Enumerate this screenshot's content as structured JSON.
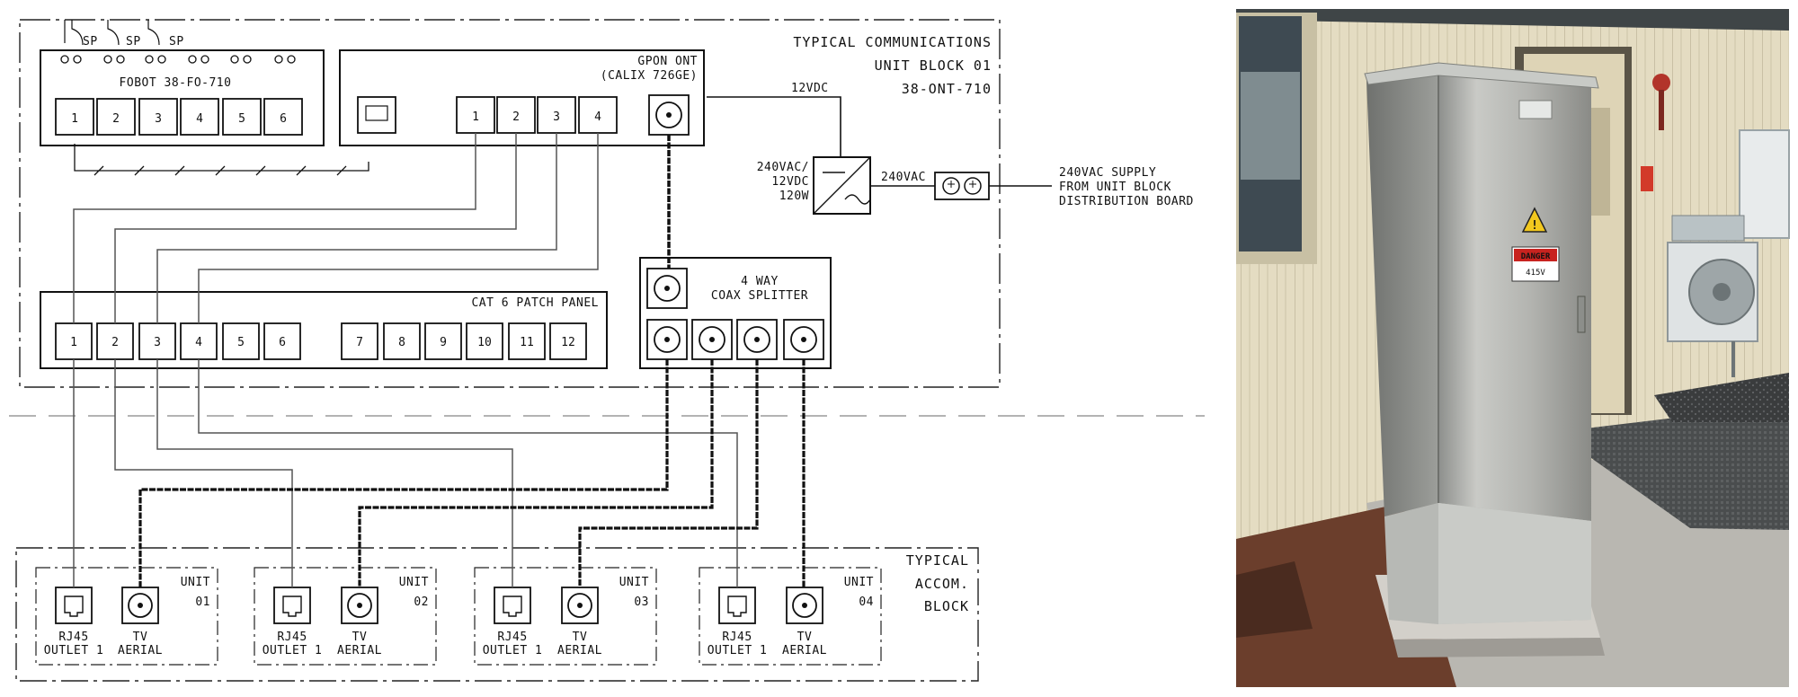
{
  "comms_block": {
    "title_lines": [
      "TYPICAL COMMUNICATIONS",
      "UNIT BLOCK 01",
      "38-ONT-710"
    ],
    "fobot": {
      "label": "FOBOT 38-FO-710",
      "ports": [
        "1",
        "2",
        "3",
        "4",
        "5",
        "6"
      ],
      "splice_labels": [
        "SP",
        "SP",
        "SP"
      ]
    },
    "ont": {
      "label_lines": [
        "GPON ONT",
        "(CALIX 726GE)"
      ],
      "ports": [
        "1",
        "2",
        "3",
        "4"
      ]
    },
    "psu": {
      "input_label_lines": [
        "240VAC/",
        "12VDC",
        "120W"
      ],
      "dc_label": "12VDC",
      "ac_label": "240VAC"
    },
    "supply": {
      "label_lines": [
        "240VAC SUPPLY",
        "FROM UNIT BLOCK",
        "DISTRIBUTION BOARD"
      ]
    },
    "patch_panel": {
      "label": "CAT 6 PATCH PANEL",
      "ports": [
        "1",
        "2",
        "3",
        "4",
        "5",
        "6",
        "7",
        "8",
        "9",
        "10",
        "11",
        "12"
      ]
    },
    "splitter": {
      "label_lines": [
        "4 WAY",
        "COAX SPLITTER"
      ]
    }
  },
  "accom_block": {
    "title_lines": [
      "TYPICAL",
      "ACCOM.",
      "BLOCK"
    ],
    "units": [
      {
        "title_lines": [
          "UNIT",
          "01"
        ],
        "rj45_label_lines": [
          "RJ45",
          "OUTLET 1"
        ],
        "tv_label_lines": [
          "TV",
          "AERIAL"
        ]
      },
      {
        "title_lines": [
          "UNIT",
          "02"
        ],
        "rj45_label_lines": [
          "RJ45",
          "OUTLET 1"
        ],
        "tv_label_lines": [
          "TV",
          "AERIAL"
        ]
      },
      {
        "title_lines": [
          "UNIT",
          "03"
        ],
        "rj45_label_lines": [
          "RJ45",
          "OUTLET 1"
        ],
        "tv_label_lines": [
          "TV",
          "AERIAL"
        ]
      },
      {
        "title_lines": [
          "UNIT",
          "04"
        ],
        "rj45_label_lines": [
          "RJ45",
          "OUTLET 1"
        ],
        "tv_label_lines": [
          "TV",
          "AERIAL"
        ]
      }
    ]
  },
  "photo": {
    "danger_sign_lines": [
      "DANGER",
      "415V"
    ]
  }
}
